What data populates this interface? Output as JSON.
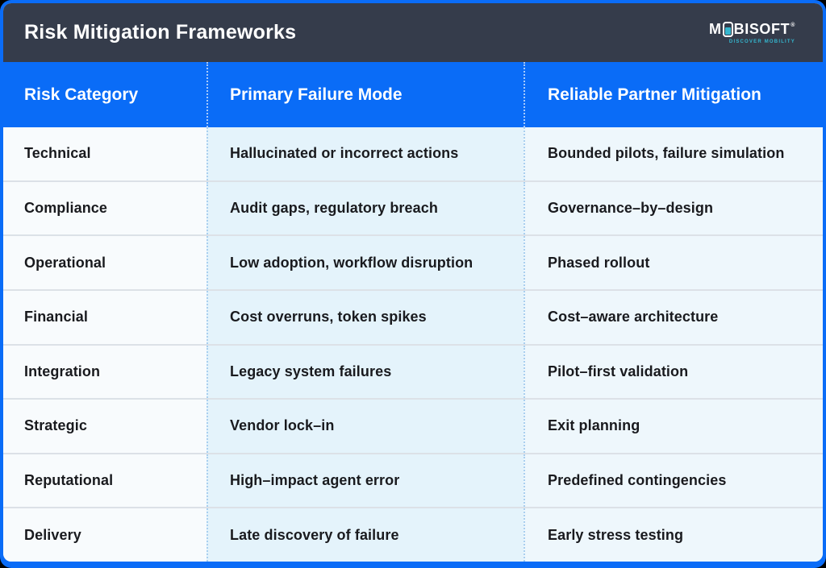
{
  "header": {
    "title": "Risk Mitigation Frameworks",
    "logo": {
      "brand_prefix": "M",
      "brand_suffix": "BISOFT",
      "trademark": "®",
      "tagline": "DISCOVER MOBILITY",
      "phone_icon": "phone-icon"
    }
  },
  "chart_data": {
    "type": "table",
    "title": "Risk Mitigation Frameworks",
    "columns": [
      "Risk Category",
      "Primary Failure Mode",
      "Reliable Partner Mitigation"
    ],
    "rows": [
      [
        "Technical",
        "Hallucinated or incorrect actions",
        "Bounded pilots, failure simulation"
      ],
      [
        "Compliance",
        "Audit gaps, regulatory breach",
        "Governance–by–design"
      ],
      [
        "Operational",
        "Low adoption, workflow disruption",
        "Phased rollout"
      ],
      [
        "Financial",
        "Cost overruns, token spikes",
        "Cost–aware architecture"
      ],
      [
        "Integration",
        "Legacy system failures",
        "Pilot–first validation"
      ],
      [
        "Strategic",
        "Vendor lock–in",
        "Exit planning"
      ],
      [
        "Reputational",
        "High–impact agent error",
        "Predefined contingencies"
      ],
      [
        "Delivery",
        "Late discovery of failure",
        "Early stress testing"
      ]
    ],
    "legend_position": "none",
    "grid": "row-separators"
  },
  "colors": {
    "accent_blue": "#0a6cf7",
    "titlebar_dark": "#353c4b",
    "col1_bg": "#f8fbfd",
    "col2_bg": "#e4f3fb",
    "col3_bg": "#eef7fc",
    "row_separator": "#dce1e7",
    "dotted_divider": "#a9cfef",
    "body_text": "#191a1e",
    "tagline_teal": "#35b6ce"
  }
}
